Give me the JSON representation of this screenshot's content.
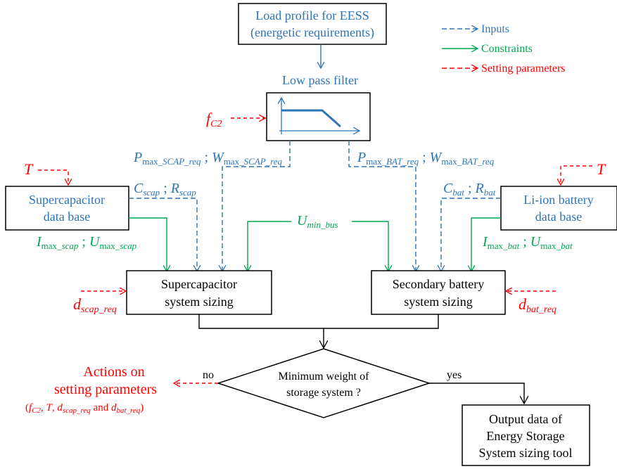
{
  "colors": {
    "input": "#2e75b6",
    "constraint": "#00a650",
    "setting": "#ff0000",
    "box_border": "#000000"
  },
  "legend": {
    "inputs": "Inputs",
    "constraints": "Constraints",
    "setting_parameters": "Setting parameters"
  },
  "boxes": {
    "load_profile": {
      "line1": "Load profile for EESS",
      "line2": "(energetic requirements)"
    },
    "low_pass_filter": {
      "label": "Low pass filter"
    },
    "supercap_db": {
      "line1": "Supercapacitor",
      "line2": "data base"
    },
    "liion_db": {
      "line1": "Li-ion battery",
      "line2": "data base"
    },
    "supercap_sizing": {
      "line1": "Supercapacitor",
      "line2": "system sizing"
    },
    "battery_sizing": {
      "line1": "Secondary battery",
      "line2": "system sizing"
    },
    "decision": {
      "line1": "Minimum weight of",
      "line2": "storage system ?"
    },
    "output": {
      "line1": "Output data of",
      "line2": "Energy Storage",
      "line3": "System sizing tool"
    }
  },
  "branches": {
    "no": "no",
    "yes": "yes"
  },
  "actions": {
    "line1": "Actions on",
    "line2": "setting parameters",
    "paren_open": "(",
    "f": "f",
    "f_sub": "C2",
    "sep1": ", ",
    "t": "T",
    "sep2": ", ",
    "d1": "d",
    "d1_sub": "scap_req",
    "and": " and ",
    "d2": "d",
    "d2_sub": "bat_req",
    "paren_close": ")"
  },
  "symbols": {
    "f_main": "f",
    "f_sub": "C2",
    "T": "T",
    "P": "P",
    "W": "W",
    "C": "C",
    "R": "R",
    "I": "I",
    "U": "U",
    "d": "d",
    "max": "max",
    "scap_req": "_SCAP_req",
    "bat_req": "_BAT_req",
    "scap": "scap",
    "bat": "bat",
    "_scap": "_scap",
    "_bat": "_bat",
    "min_bus": "min_bus",
    "d_scap_req": "scap_req",
    "d_bat_req": "bat_req",
    "sep": " ; "
  }
}
